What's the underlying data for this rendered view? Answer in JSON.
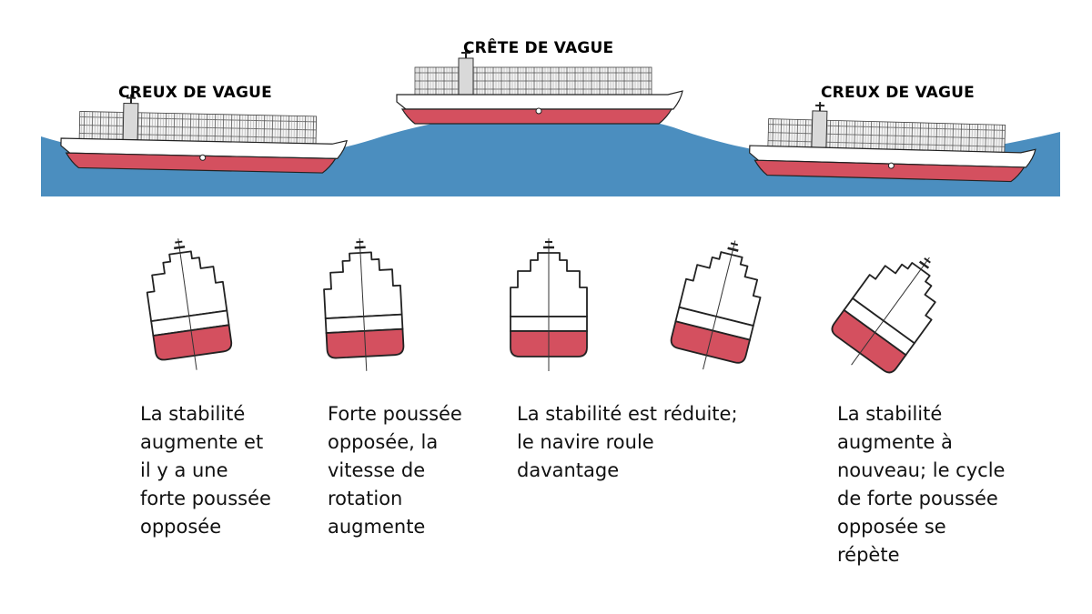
{
  "labels": {
    "trough_left": "CREUX DE VAGUE",
    "crest": "CRÊTE DE VAGUE",
    "trough_right": "CREUX DE VAGUE"
  },
  "captions": [
    {
      "lines": [
        "La stabilité",
        "augmente et",
        "il y a une",
        "forte poussée",
        "opposée"
      ]
    },
    {
      "lines": [
        "Forte poussée",
        "opposée, la",
        "vitesse de",
        "rotation",
        "augmente"
      ]
    },
    {
      "lines": [
        "La stabilité est réduite;",
        "le navire roule",
        "davantage"
      ]
    },
    {
      "lines": [
        "La stabilité",
        "augmente à",
        "nouveau; le cycle",
        "de forte poussée",
        "opposée se",
        "répète"
      ]
    }
  ],
  "colors": {
    "sea": "#4b8ebf",
    "hull": "#d4505f",
    "outline": "#222222",
    "container": "#f4f4f4"
  }
}
